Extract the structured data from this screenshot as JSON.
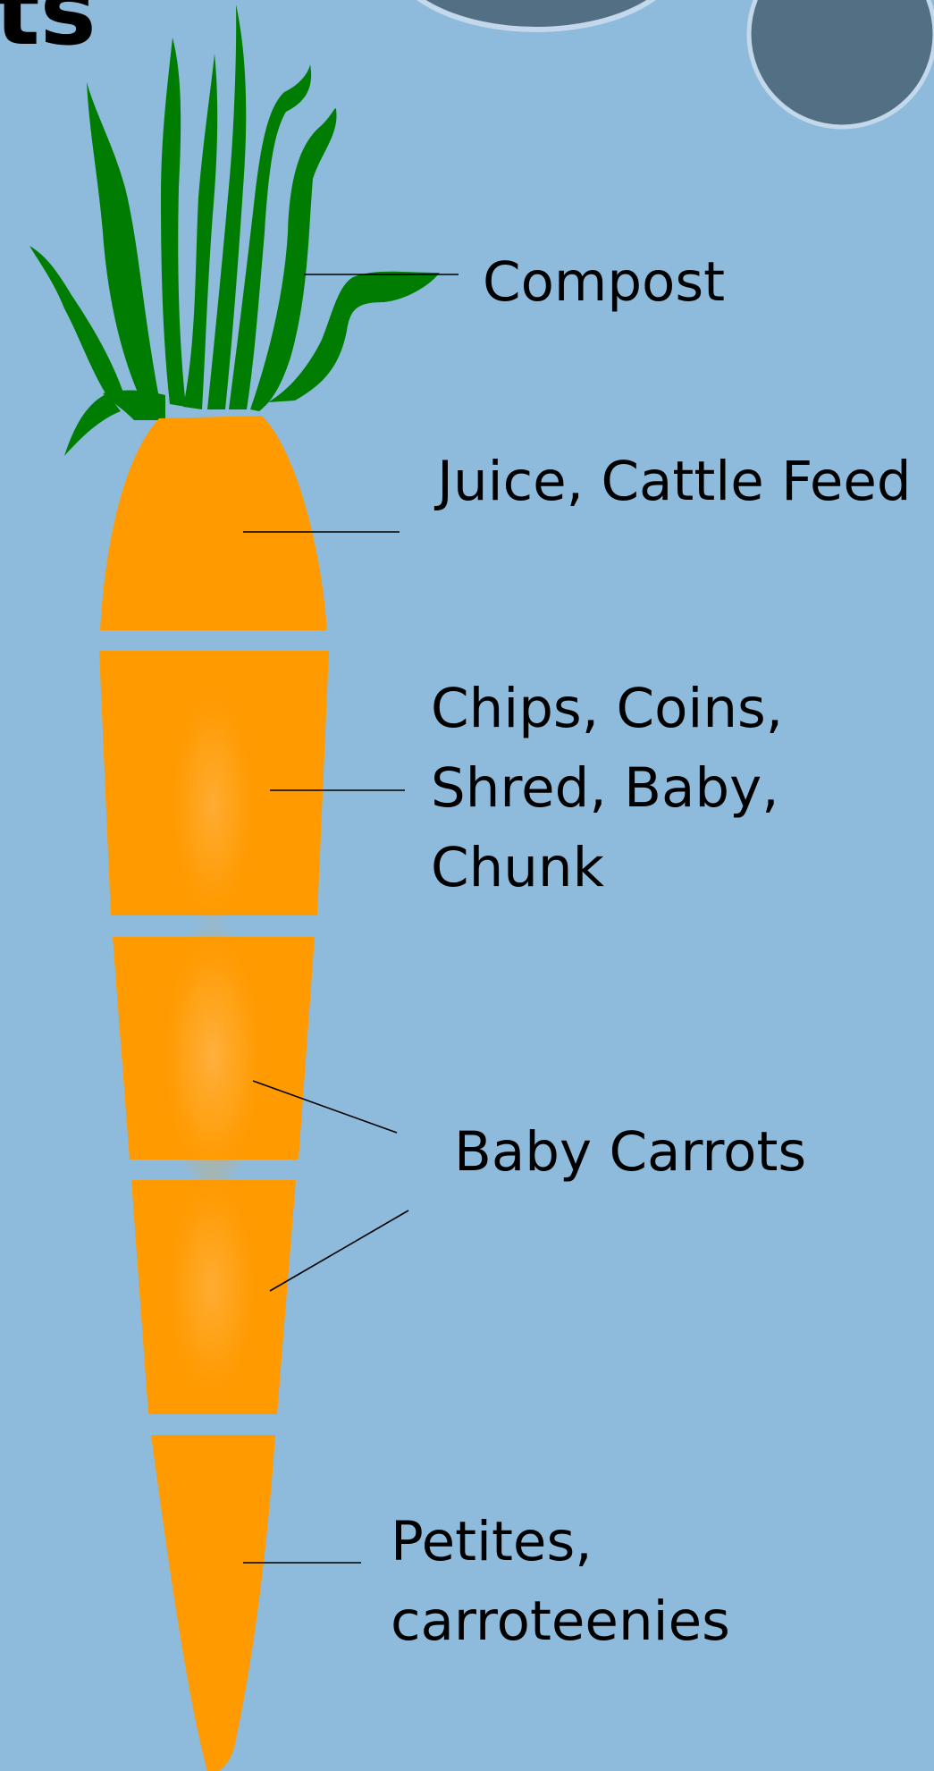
{
  "slide": {
    "title_fragment": "ts",
    "colors": {
      "background": "#8ebbdc",
      "carrot": "#ff9a00",
      "carrot_highlight": "#ffb347",
      "greens": "#007d00",
      "circle_fill": "#536f83",
      "circle_ring": "#c3d8ea",
      "leader_line": "#000000"
    }
  },
  "carrot": {
    "segments": [
      "top",
      "second",
      "third",
      "fourth",
      "tip"
    ]
  },
  "labels": [
    {
      "id": "compost",
      "text": "Compost"
    },
    {
      "id": "juice",
      "text": "Juice, Cattle Feed"
    },
    {
      "id": "chips",
      "text": "Chips, Coins,\nShred, Baby,\nChunk"
    },
    {
      "id": "baby",
      "text": "Baby Carrots"
    },
    {
      "id": "petites",
      "text": "Petites,\ncarroteenies"
    }
  ]
}
